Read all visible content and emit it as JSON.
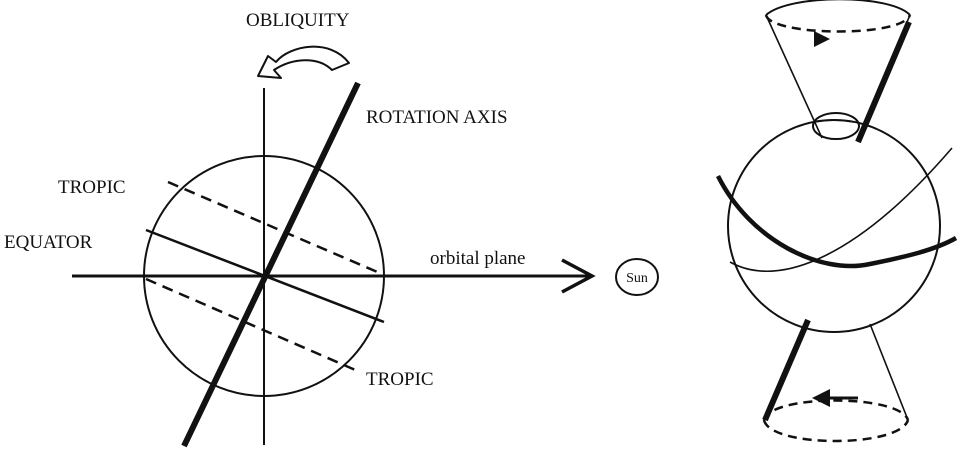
{
  "labels": {
    "obliquity": "OBLIQUITY",
    "rotation_axis": "ROTATION AXIS",
    "tropic_top": "TROPIC",
    "equator": "EQUATOR",
    "orbital_plane": "orbital plane",
    "sun": "Sun",
    "tropic_bottom": "TROPIC"
  },
  "colors": {
    "line": "#111111",
    "background": "#ffffff"
  }
}
